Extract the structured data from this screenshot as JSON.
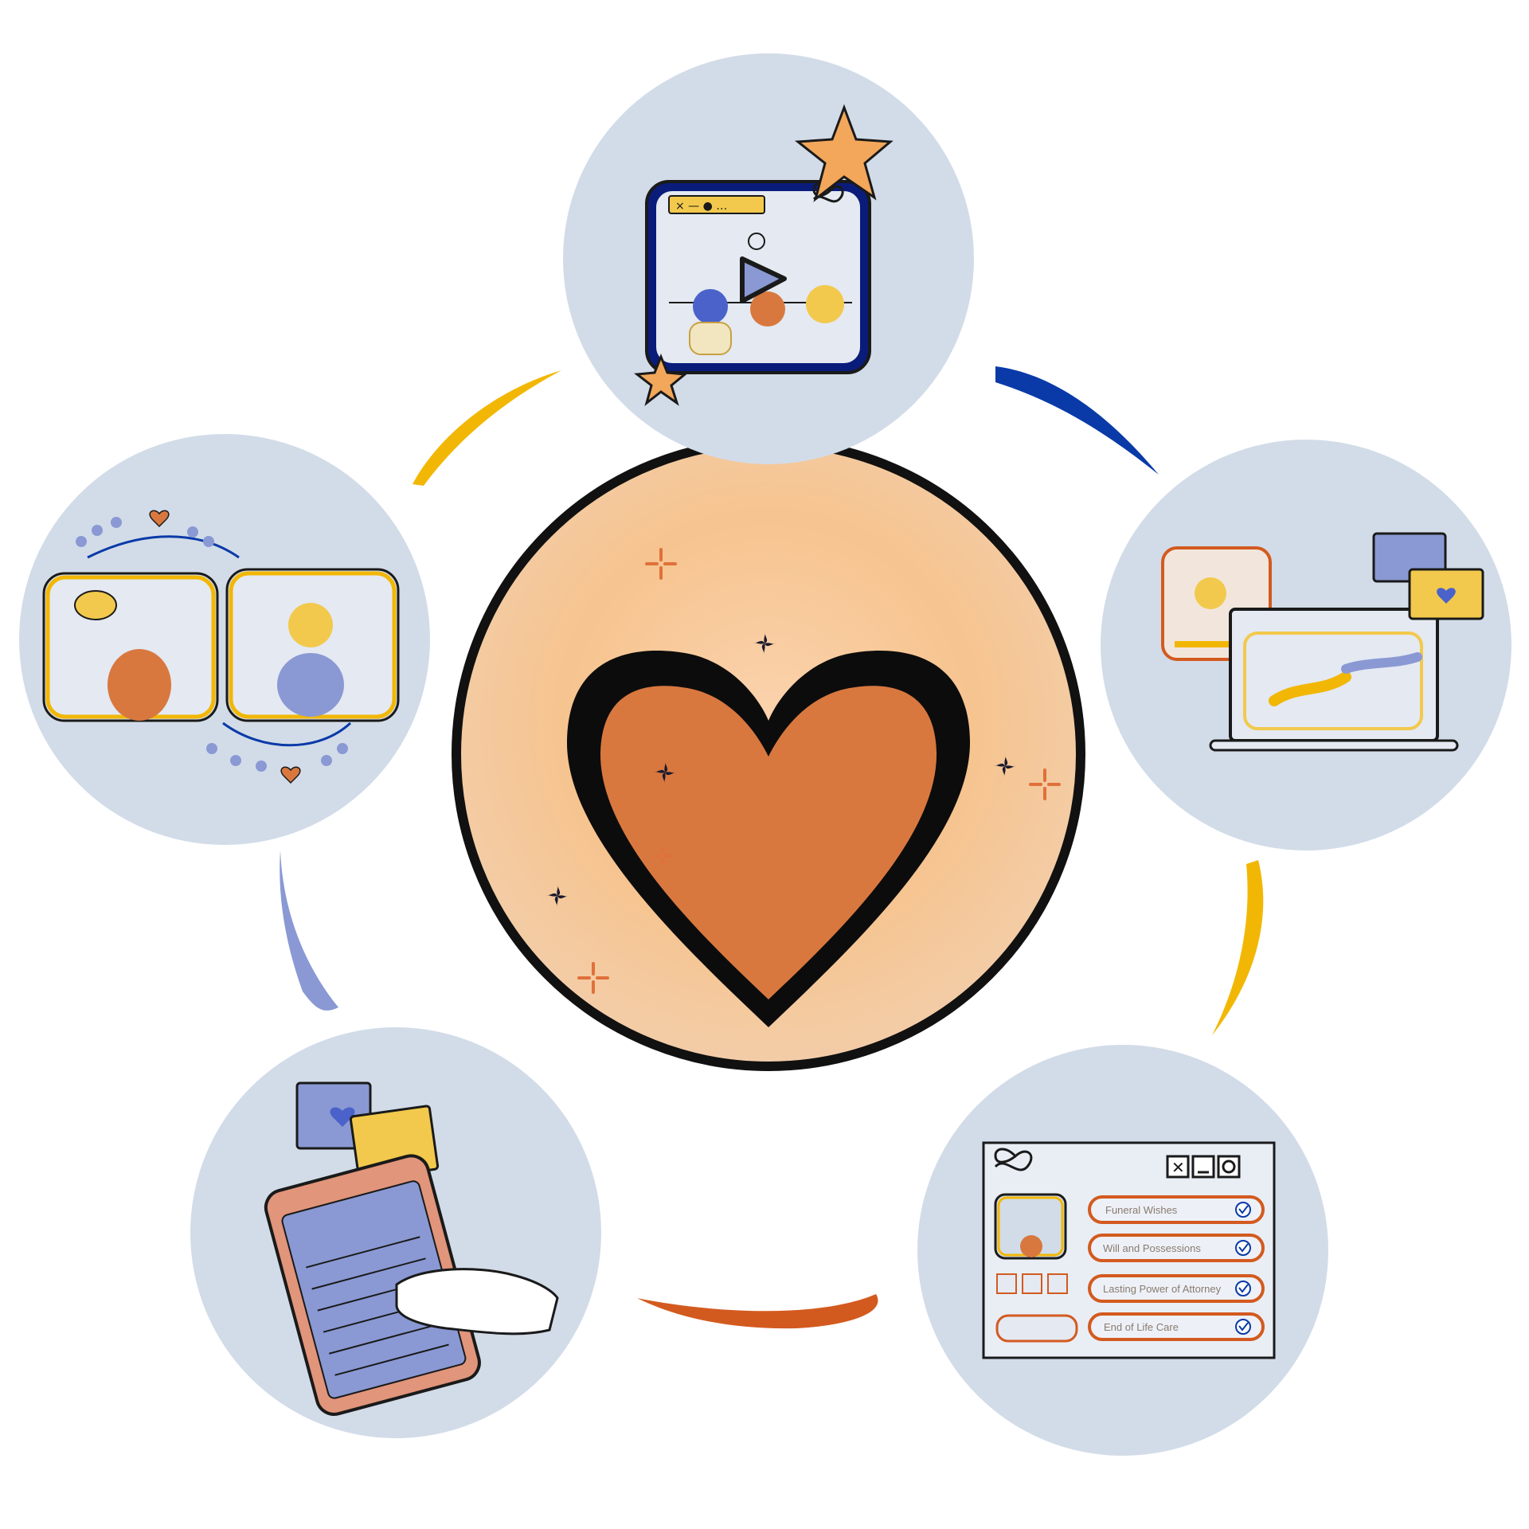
{
  "colors": {
    "panel_bg": "#d2dce8",
    "ink": "#1a1a1a",
    "orange": "#d8783f",
    "deep_orange": "#d35a1f",
    "yellow": "#f2b705",
    "royal_blue": "#0a3aa8",
    "periwinkle": "#8a99d4",
    "peach": "#f4c58f",
    "cream": "#fde7cf"
  },
  "center": {
    "icon": "heart-icon"
  },
  "connectors": [
    {
      "name": "arc-top-left",
      "color": "yellow"
    },
    {
      "name": "arc-top-right",
      "color": "royal_blue"
    },
    {
      "name": "arc-right",
      "color": "yellow"
    },
    {
      "name": "arc-bottom",
      "color": "deep_orange"
    },
    {
      "name": "arc-left",
      "color": "periwinkle"
    }
  ],
  "panels": {
    "video_player": {
      "icon": "play-icon",
      "window_icon": "infinity-icon"
    },
    "laptop_chat": {
      "icon": "laptop-icon"
    },
    "checklist": {
      "items": [
        {
          "label": "Funeral Wishes"
        },
        {
          "label": "Will and Possessions"
        },
        {
          "label": "Lasting Power of Attorney"
        },
        {
          "label": "End of Life Care"
        }
      ]
    },
    "tablet": {
      "icon": "tablet-icon"
    },
    "video_call": {
      "icon": "video-call-icon"
    }
  }
}
